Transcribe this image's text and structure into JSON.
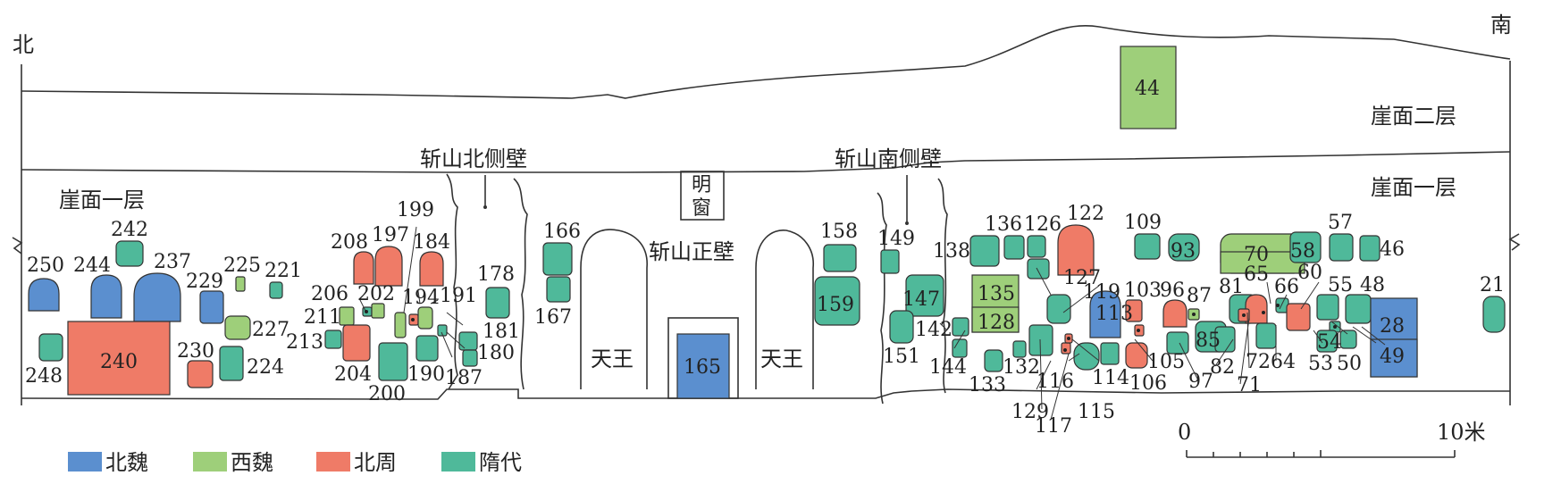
{
  "compass": {
    "north": "北",
    "south": "南"
  },
  "zones": {
    "upper_second_layer": "崖面二层",
    "first_layer_left": "崖面一层",
    "first_layer_right": "崖面一层",
    "north_side_wall": "斩山北侧壁",
    "south_side_wall": "斩山南侧壁",
    "main_wall": "斩山正壁",
    "bright_window": "明窗",
    "heavenly_king_left": "天王",
    "heavenly_king_right": "天王"
  },
  "colors": {
    "北魏": "#5b8fcf",
    "西魏": "#9ecf7a",
    "北周": "#ef7b67",
    "隋代": "#4fb99a"
  },
  "legend": [
    {
      "label": "北魏",
      "period": "北魏"
    },
    {
      "label": "西魏",
      "period": "西魏"
    },
    {
      "label": "北周",
      "period": "北周"
    },
    {
      "label": "隋代",
      "period": "隋代"
    }
  ],
  "scale": {
    "start": "0",
    "end": "10米"
  },
  "caves": [
    {
      "id": "44",
      "period": "西魏"
    },
    {
      "id": "250",
      "period": "北魏"
    },
    {
      "id": "244",
      "period": "北魏"
    },
    {
      "id": "237",
      "period": "北魏"
    },
    {
      "id": "242",
      "period": "隋代"
    },
    {
      "id": "240",
      "period": "北周"
    },
    {
      "id": "248",
      "period": "隋代"
    },
    {
      "id": "229",
      "period": "北魏"
    },
    {
      "id": "230",
      "period": "北周"
    },
    {
      "id": "227",
      "period": "西魏"
    },
    {
      "id": "224",
      "period": "隋代"
    },
    {
      "id": "225",
      "period": "西魏"
    },
    {
      "id": "221",
      "period": "隋代"
    },
    {
      "id": "208",
      "period": "北周"
    },
    {
      "id": "197",
      "period": "北周"
    },
    {
      "id": "184",
      "period": "北周"
    },
    {
      "id": "206",
      "period": "隋代"
    },
    {
      "id": "202",
      "period": "西魏"
    },
    {
      "id": "211",
      "period": "西魏"
    },
    {
      "id": "213",
      "period": "隋代"
    },
    {
      "id": "204",
      "period": "北周"
    },
    {
      "id": "200",
      "period": "隋代"
    },
    {
      "id": "199",
      "period": "西魏"
    },
    {
      "id": "194",
      "period": "北周"
    },
    {
      "id": "191",
      "period": "西魏"
    },
    {
      "id": "190",
      "period": "隋代"
    },
    {
      "id": "187",
      "period": "隋代"
    },
    {
      "id": "181",
      "period": "隋代"
    },
    {
      "id": "180",
      "period": "隋代"
    },
    {
      "id": "178",
      "period": "隋代"
    },
    {
      "id": "166",
      "period": "隋代"
    },
    {
      "id": "167",
      "period": "隋代"
    },
    {
      "id": "165",
      "period": "北魏"
    },
    {
      "id": "158",
      "period": "隋代"
    },
    {
      "id": "159",
      "period": "隋代"
    },
    {
      "id": "149",
      "period": "隋代"
    },
    {
      "id": "147",
      "period": "隋代"
    },
    {
      "id": "151",
      "period": "隋代"
    },
    {
      "id": "142",
      "period": "隋代"
    },
    {
      "id": "144",
      "period": "隋代"
    },
    {
      "id": "138",
      "period": "隋代"
    },
    {
      "id": "136",
      "period": "隋代"
    },
    {
      "id": "126",
      "period": "隋代"
    },
    {
      "id": "127",
      "period": "隋代"
    },
    {
      "id": "122",
      "period": "北周"
    },
    {
      "id": "135",
      "period": "西魏"
    },
    {
      "id": "128",
      "period": "西魏"
    },
    {
      "id": "133",
      "period": "隋代"
    },
    {
      "id": "132",
      "period": "隋代"
    },
    {
      "id": "129",
      "period": "隋代"
    },
    {
      "id": "119",
      "period": "隋代"
    },
    {
      "id": "117",
      "period": "北周"
    },
    {
      "id": "116",
      "period": "北周"
    },
    {
      "id": "115",
      "period": "隋代"
    },
    {
      "id": "113",
      "period": "北魏"
    },
    {
      "id": "114",
      "period": "隋代"
    },
    {
      "id": "109",
      "period": "隋代"
    },
    {
      "id": "93",
      "period": "隋代"
    },
    {
      "id": "103",
      "period": "北周"
    },
    {
      "id": "106",
      "period": "北周"
    },
    {
      "id": "105",
      "period": "北周"
    },
    {
      "id": "96",
      "period": "北周"
    },
    {
      "id": "87",
      "period": "西魏"
    },
    {
      "id": "97",
      "period": "隋代"
    },
    {
      "id": "85",
      "period": "隋代"
    },
    {
      "id": "81",
      "period": "隋代"
    },
    {
      "id": "82",
      "period": "隋代"
    },
    {
      "id": "70",
      "period": "西魏"
    },
    {
      "id": "65",
      "period": "西魏"
    },
    {
      "id": "58",
      "period": "隋代"
    },
    {
      "id": "72",
      "period": "北周"
    },
    {
      "id": "71",
      "period": "北周"
    },
    {
      "id": "66",
      "period": "隋代"
    },
    {
      "id": "64",
      "period": "隋代"
    },
    {
      "id": "60",
      "period": "北周"
    },
    {
      "id": "57",
      "period": "隋代"
    },
    {
      "id": "46",
      "period": "隋代"
    },
    {
      "id": "55",
      "period": "隋代"
    },
    {
      "id": "54",
      "period": "隋代"
    },
    {
      "id": "53",
      "period": "隋代"
    },
    {
      "id": "50",
      "period": "隋代"
    },
    {
      "id": "48",
      "period": "隋代"
    },
    {
      "id": "28",
      "period": "北魏"
    },
    {
      "id": "49",
      "period": "北魏"
    },
    {
      "id": "21",
      "period": "隋代"
    }
  ]
}
